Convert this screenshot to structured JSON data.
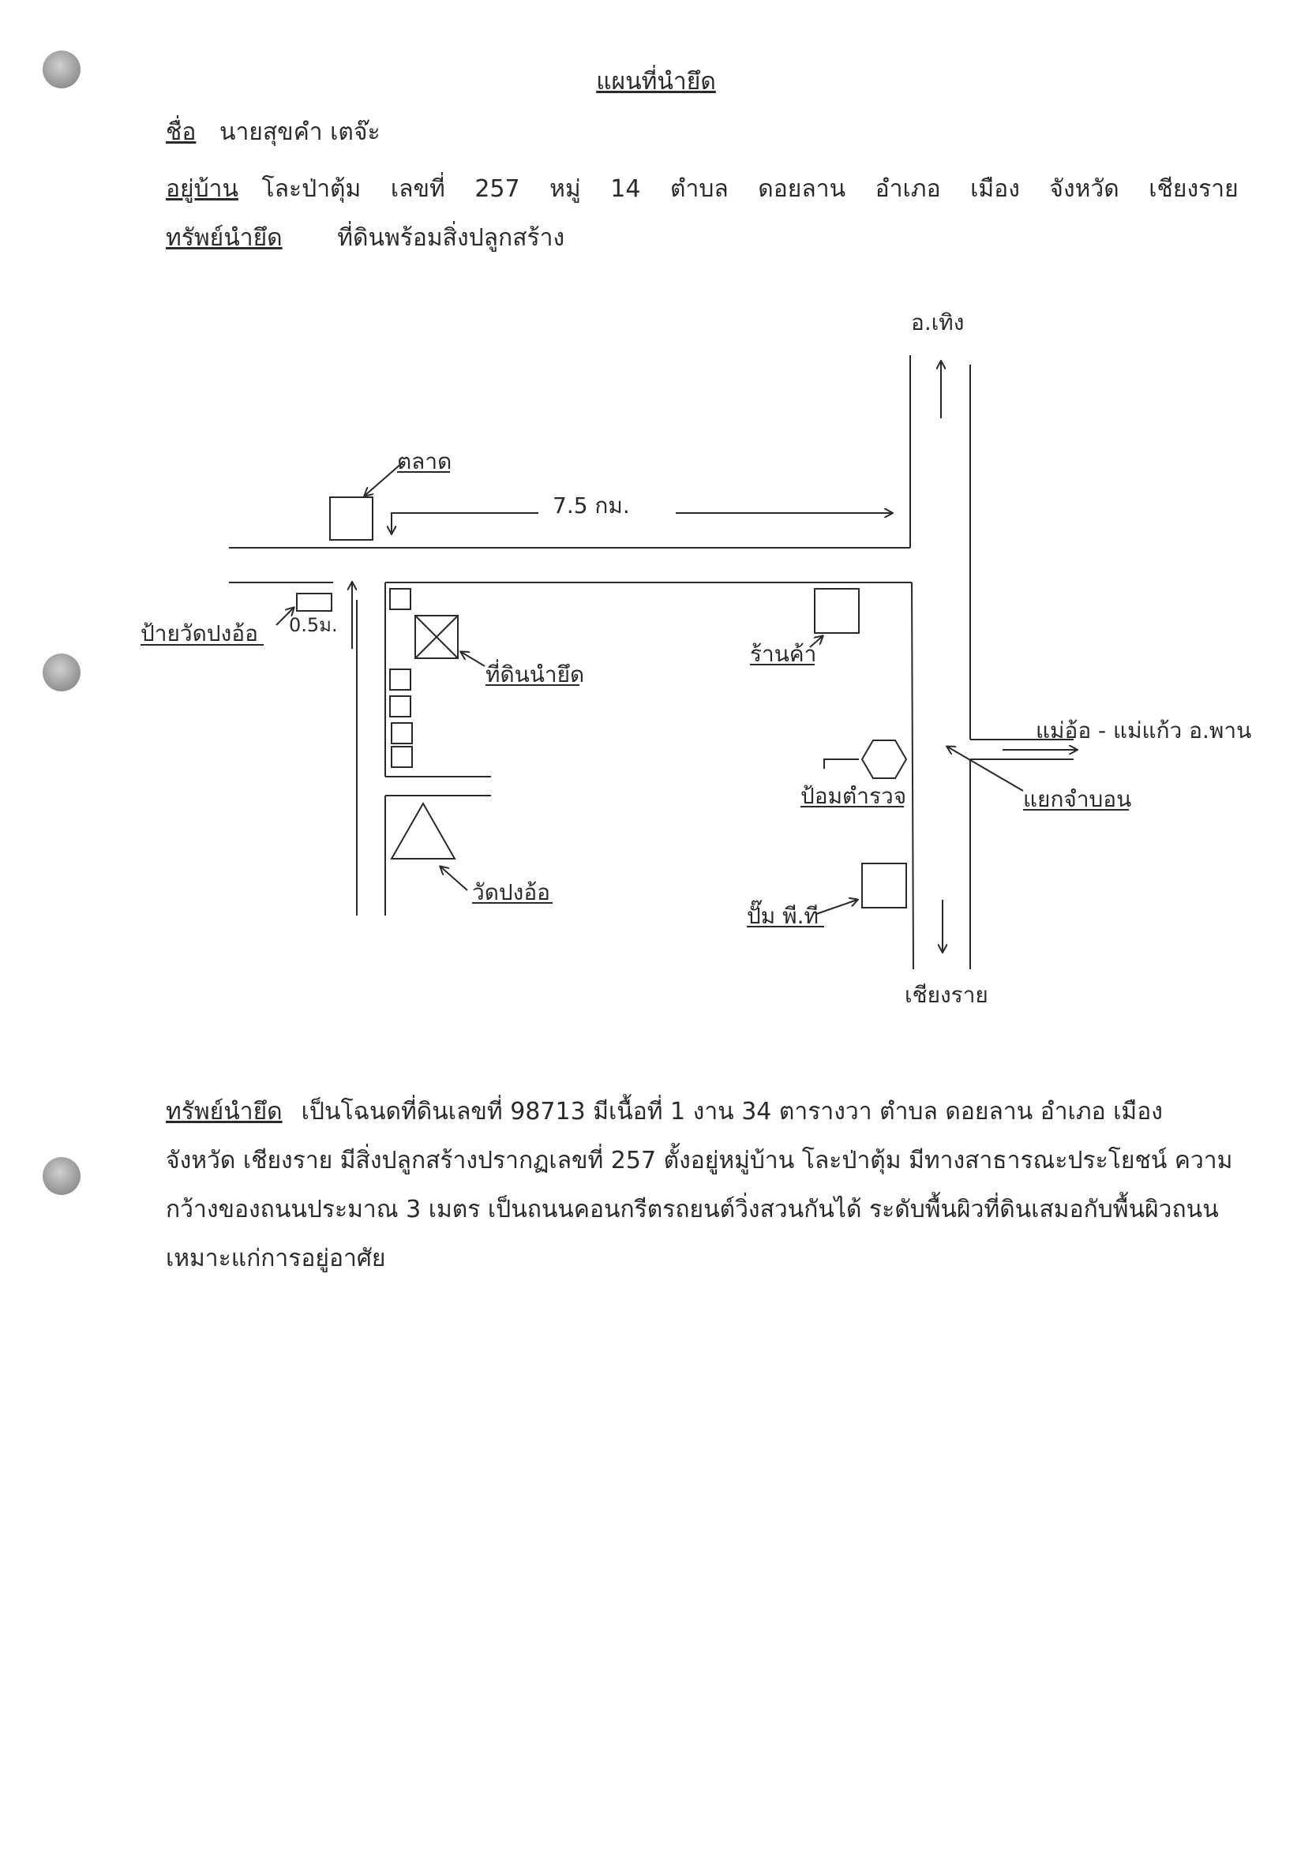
{
  "header": {
    "title": "แผนที่นำยึด",
    "name_label": "ชื่อ",
    "name_value": "นายสุขคำ  เตจ๊ะ",
    "address_label": "อยู่บ้าน",
    "address_segments": [
      "โละป่าตุ้ม",
      "เลขที่",
      "257",
      "หมู่",
      "14",
      "ตำบล",
      "ดอยลาน",
      "อำเภอ",
      "เมือง",
      "จังหวัด",
      "เชียงราย"
    ],
    "asset_label": "ทรัพย์นำยึด",
    "asset_value": "ที่ดินพร้อมสิ่งปลูกสร้าง"
  },
  "map": {
    "north_label": "อ.เทิง",
    "south_label": "เชียงราย",
    "market_label": "ตลาด",
    "distance_label": "7.5 กม.",
    "sign_label": "ป้ายวัดปงอ้อ",
    "small_distance_label": "0.5ม.",
    "property_label": "ที่ดินนำยึด",
    "shop_label": "ร้านค้า",
    "east_label": "แม่อ้อ - แม่แก้ว อ.พาน",
    "police_label": "ป้อมตำรวจ",
    "junction_label": "แยกจำบอน",
    "temple_label": "วัดปงอ้อ",
    "gas_label": "ปั๊ม พี.ที"
  },
  "description": {
    "label": "ทรัพย์นำยึด",
    "text": "เป็นโฉนดที่ดินเลขที่ 98713 มีเนื้อที่ 1 งาน 34 ตารางวา ตำบล ดอยลาน อำเภอ เมือง จังหวัด เชียงราย มีสิ่งปลูกสร้างปรากฏเลขที่ 257 ตั้งอยู่หมู่บ้าน โละป่าตุ้ม มีทางสาธารณะประโยชน์ ความกว้างของถนนประมาณ 3 เมตร เป็นถนนคอนกรีตรถยนต์วิ่งสวนกันได้ ระดับพื้นผิวที่ดินเสมอกับพื้นผิวถนน เหมาะแก่การอยู่อาศัย"
  }
}
